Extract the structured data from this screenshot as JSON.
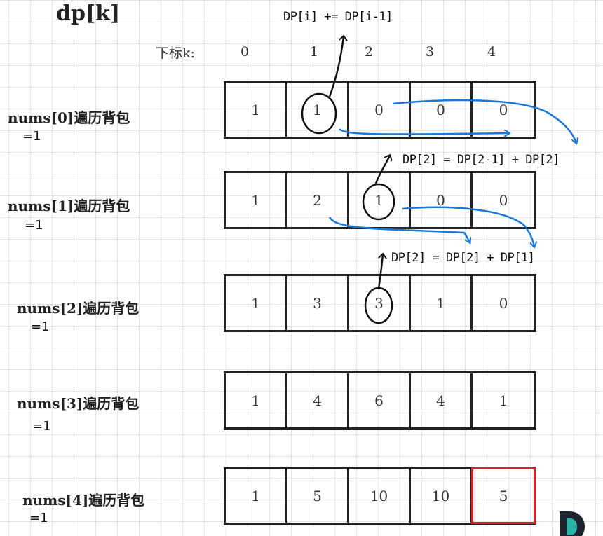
{
  "title": "dp[k]",
  "index_label": "下标k:",
  "indices": [
    "0",
    "1",
    "2",
    "3",
    "4"
  ],
  "rows": [
    {
      "label": "nums[0]遍历背包",
      "note": "=1",
      "values": [
        "1",
        "1",
        "0",
        "0",
        "0"
      ]
    },
    {
      "label": "nums[1]遍历背包",
      "note": "=1",
      "values": [
        "1",
        "2",
        "1",
        "0",
        "0"
      ]
    },
    {
      "label": "nums[2]遍历背包",
      "note": "=1",
      "values": [
        "1",
        "3",
        "3",
        "1",
        "0"
      ]
    },
    {
      "label": "nums[3]遍历背包",
      "note": "=1",
      "values": [
        "1",
        "4",
        "6",
        "4",
        "1"
      ]
    },
    {
      "label": "nums[4]遍历背包",
      "note": "=1",
      "values": [
        "1",
        "5",
        "10",
        "10",
        "5"
      ]
    }
  ],
  "annotations": {
    "a1": "DP[i] += DP[i-1]",
    "a2": "DP[2] = DP[2-1] + DP[2]",
    "a3": "DP[2] = DP[2] + DP[1]"
  },
  "colors": {
    "cell_border": "#222222",
    "highlight": "#e02020",
    "arrow_blue": "#1a78d8",
    "ink": "#111111"
  }
}
